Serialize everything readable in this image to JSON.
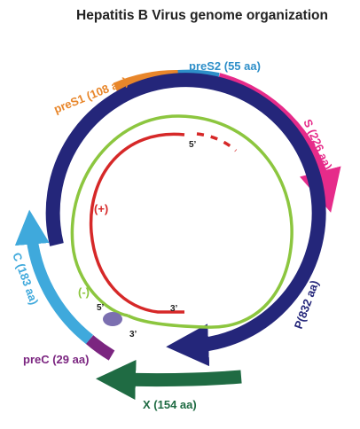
{
  "title": "Hepatitis B Virus genome organization",
  "genes": {
    "preS1": "preS1 (108 aa)",
    "preS2": "preS2 (55 aa)",
    "S": "S (226 aa)",
    "P": "P(832 aa)",
    "X": "X (154 aa)",
    "preC": "preC (29 aa)",
    "C": "C (183 aa)"
  },
  "strands": {
    "plus": "(+)",
    "minus": "(-)",
    "five_prime_top": "5’",
    "five_prime_bottom": "5’",
    "three_prime_plus": "3’",
    "three_prime_minus": "3’"
  },
  "colors": {
    "preS1": "#e8862a",
    "preS2": "#2e8fc9",
    "S": "#e62b8a",
    "P": "#24267a",
    "X": "#1f6b43",
    "preC": "#7b2580",
    "C": "#3fa9dc",
    "plus_strand": "#d62828",
    "minus_strand": "#8cc63f",
    "protein": "#7b6fb0"
  }
}
